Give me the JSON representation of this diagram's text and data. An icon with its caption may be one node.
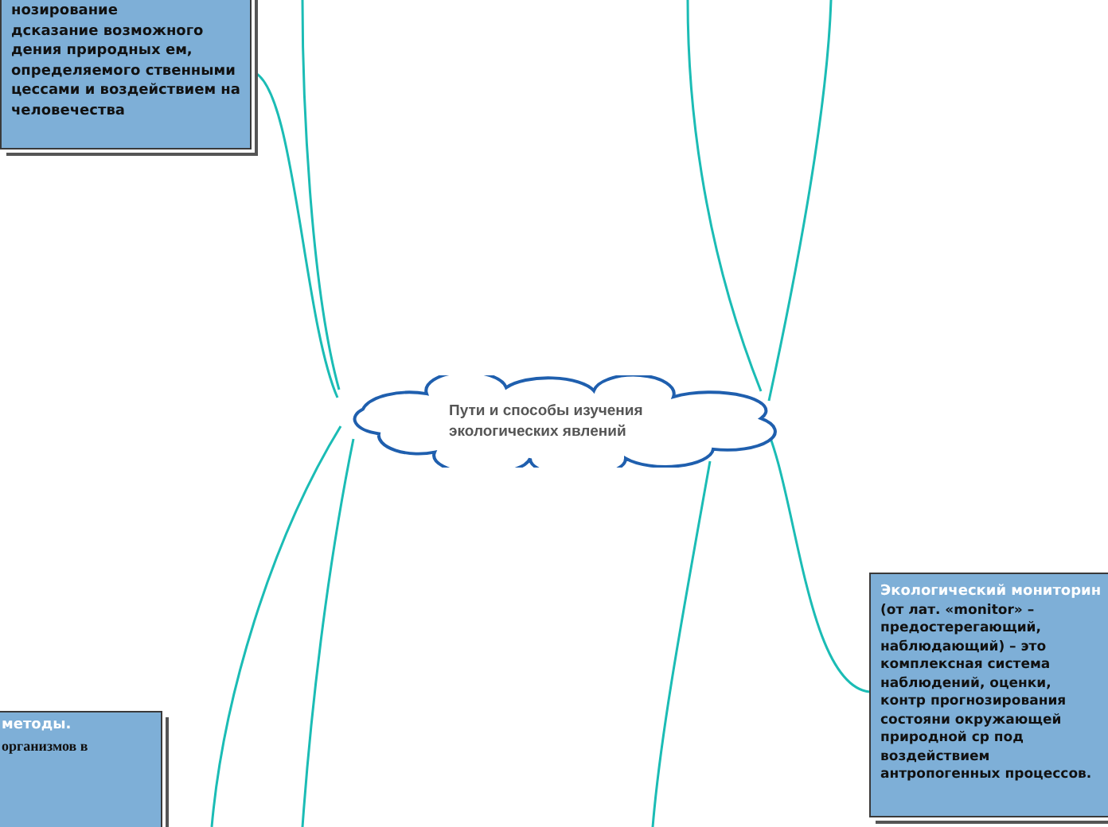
{
  "diagram": {
    "nodes": [
      {
        "text": [
          "нозирование",
          "дсказание возможного дения природных ем, определяемого ственными цессами и воздействием на человечества"
        ]
      },
      {
        "text": [
          "Пути и способы изучения экологических явлений"
        ]
      },
      {
        "text": [
          "Экологический мониторин",
          "(от лат. «monitor» – предостерегающий, наблюдающий) – это комплексная система наблюдений, оценки, контр прогнозирования состояни окружающей природной ср под воздействием антропогенных процессов."
        ]
      },
      {
        "text": [
          "методы.",
          "организмов в"
        ]
      }
    ],
    "edges": [
      {
        "from": 1,
        "to": 0,
        "arrow": "none"
      },
      {
        "from": 1,
        "to": null,
        "arrow": "none"
      },
      {
        "from": 1,
        "to": null,
        "arrow": "none"
      },
      {
        "from": 1,
        "to": null,
        "arrow": "none"
      },
      {
        "from": 1,
        "to": null,
        "arrow": "none"
      },
      {
        "from": 1,
        "to": null,
        "arrow": "none"
      },
      {
        "from": 1,
        "to": null,
        "arrow": "none"
      },
      {
        "from": 1,
        "to": 2,
        "arrow": "none"
      }
    ]
  }
}
